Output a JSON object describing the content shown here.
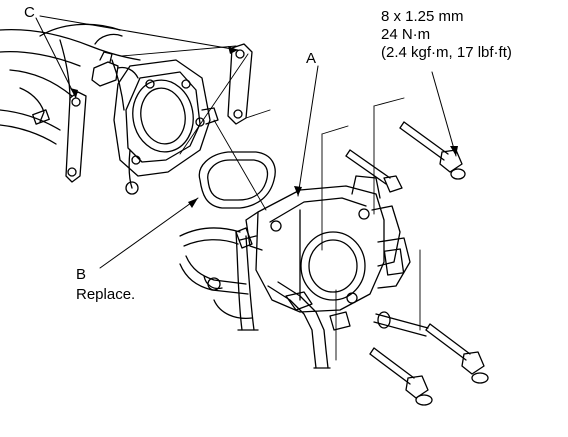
{
  "labels": {
    "c": "C",
    "a": "A",
    "b": "B",
    "b_note": "Replace."
  },
  "torque_spec": {
    "size": "8 x 1.25 mm",
    "torque_nm": "24 N·m",
    "torque_alt": "(2.4 kgf·m, 17 lbf·ft)"
  },
  "colors": {
    "ink": "#000000",
    "background": "#ffffff"
  }
}
